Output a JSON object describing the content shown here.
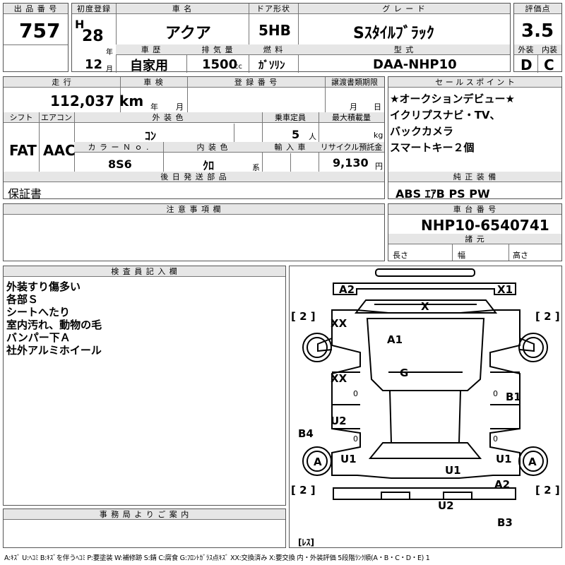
{
  "hdr": {
    "lot": "出 品 番 号",
    "first_reg": "初度登録",
    "car_name": "車 名",
    "door": "ドア形状",
    "grade": "グ レ ー ド",
    "score": "評価点",
    "history": "車 歴",
    "displacement": "排 気 量",
    "fuel": "燃 料",
    "model_code": "型 式",
    "exterior": "外装",
    "interior": "内装",
    "mileage": "走 行",
    "inspection": "車 検",
    "reg_no": "登 録 番 号",
    "transfer_deadline": "譲渡書類期限",
    "sales_point": "セ ー ル ス ポ イ ン ト",
    "shift": "シフト",
    "aircon": "エアコン",
    "ext_color": "外 装 色",
    "capacity": "乗車定員",
    "max_load": "最大積載量",
    "color_no": "カ ラ ー Ｎ ｏ .",
    "int_color": "内 装 色",
    "import": "輸 入 車",
    "recycle": "リサイクル預託金",
    "later_parts": "後 日 発 送 部 品",
    "genuine": "純 正 装 備",
    "notes": "注 意 事 項 欄",
    "chassis": "車 台 番 号",
    "dims": "諸 元",
    "inspector": "検 査 員 記 入 欄",
    "office": "事 務 局 よ り ご 案 内"
  },
  "vals": {
    "lot": "757",
    "era": "H",
    "year": "28",
    "year_unit": "年",
    "month": "12",
    "month_unit": "月",
    "car_name": "アクア",
    "door": "5HB",
    "grade": "Sｽﾀｲﾙﾌﾞﾗｯｸ",
    "score": "3.5",
    "history": "自家用",
    "displacement": "1500",
    "cc": "cc",
    "fuel": "ｶﾞｿﾘﾝ",
    "model_code": "DAA-NHP10",
    "exterior": "D",
    "interior": "C",
    "mileage": "112,037 km",
    "insp_year": "年",
    "insp_month": "月",
    "deadline_month": "月",
    "deadline_day": "日",
    "shift": "FAT",
    "aircon": "AAC",
    "ext_color": "ｺﾝ",
    "capacity": "5",
    "capacity_unit": "人",
    "load_unit": "kg",
    "color_no": "8S6",
    "int_color": "ｸﾛ",
    "int_color_unit": "系",
    "recycle": "9,130",
    "recycle_unit": "円",
    "later_parts": "保証書",
    "genuine": "ABS ｴｱB PS PW",
    "chassis": "NHP10-6540741",
    "length": "長さ",
    "width": "幅",
    "height": "高さ"
  },
  "sales_points": [
    "★オークションデビュー★",
    "イクリプスナビ・TV、",
    "バックカメラ",
    "スマートキー２個"
  ],
  "inspector_notes": [
    "外装すり傷多い",
    "各部Ｓ",
    "シートへたり",
    "室内汚れ、動物の毛",
    "バンパー下Ａ",
    "社外アルミホイール"
  ],
  "diagram": {
    "a2_top": "A2",
    "x1_top": "X1",
    "x_glass": "X",
    "two_tl": "[ 2 ]",
    "two_tr": "[ 2 ]",
    "xx_upper": "XX",
    "a1": "A1",
    "g": "G",
    "xx_mid": "XX",
    "b1": "B1",
    "u2_left": "U2",
    "b4": "B4",
    "a_left": "A",
    "u1_left": "U1",
    "u1_center": "U1",
    "u1_right": "U1",
    "a_right": "A",
    "a2_bottom": "A2",
    "two_bl": "[ 2 ]",
    "two_br": "[ 2 ]",
    "u2_bottom": "U2",
    "b3": "B3",
    "less": "[ﾚｽ]",
    "zero1": "0",
    "zero2": "0",
    "zero3": "0",
    "zero4": "0"
  },
  "legend": "A:ｷｽﾞ U:ﾍｺﾐ B:ｷｽﾞを伴うﾍｺﾐ P:要塗装 W:補修跡 S:錆 C:腐食 G:ﾌﾛﾝﾄｶﾞﾗｽ点ｷｽﾞ XX:交換済み X:要交換 内・外装評価 5段階ﾗﾝｸ順(A・B・C・D・E) 1"
}
